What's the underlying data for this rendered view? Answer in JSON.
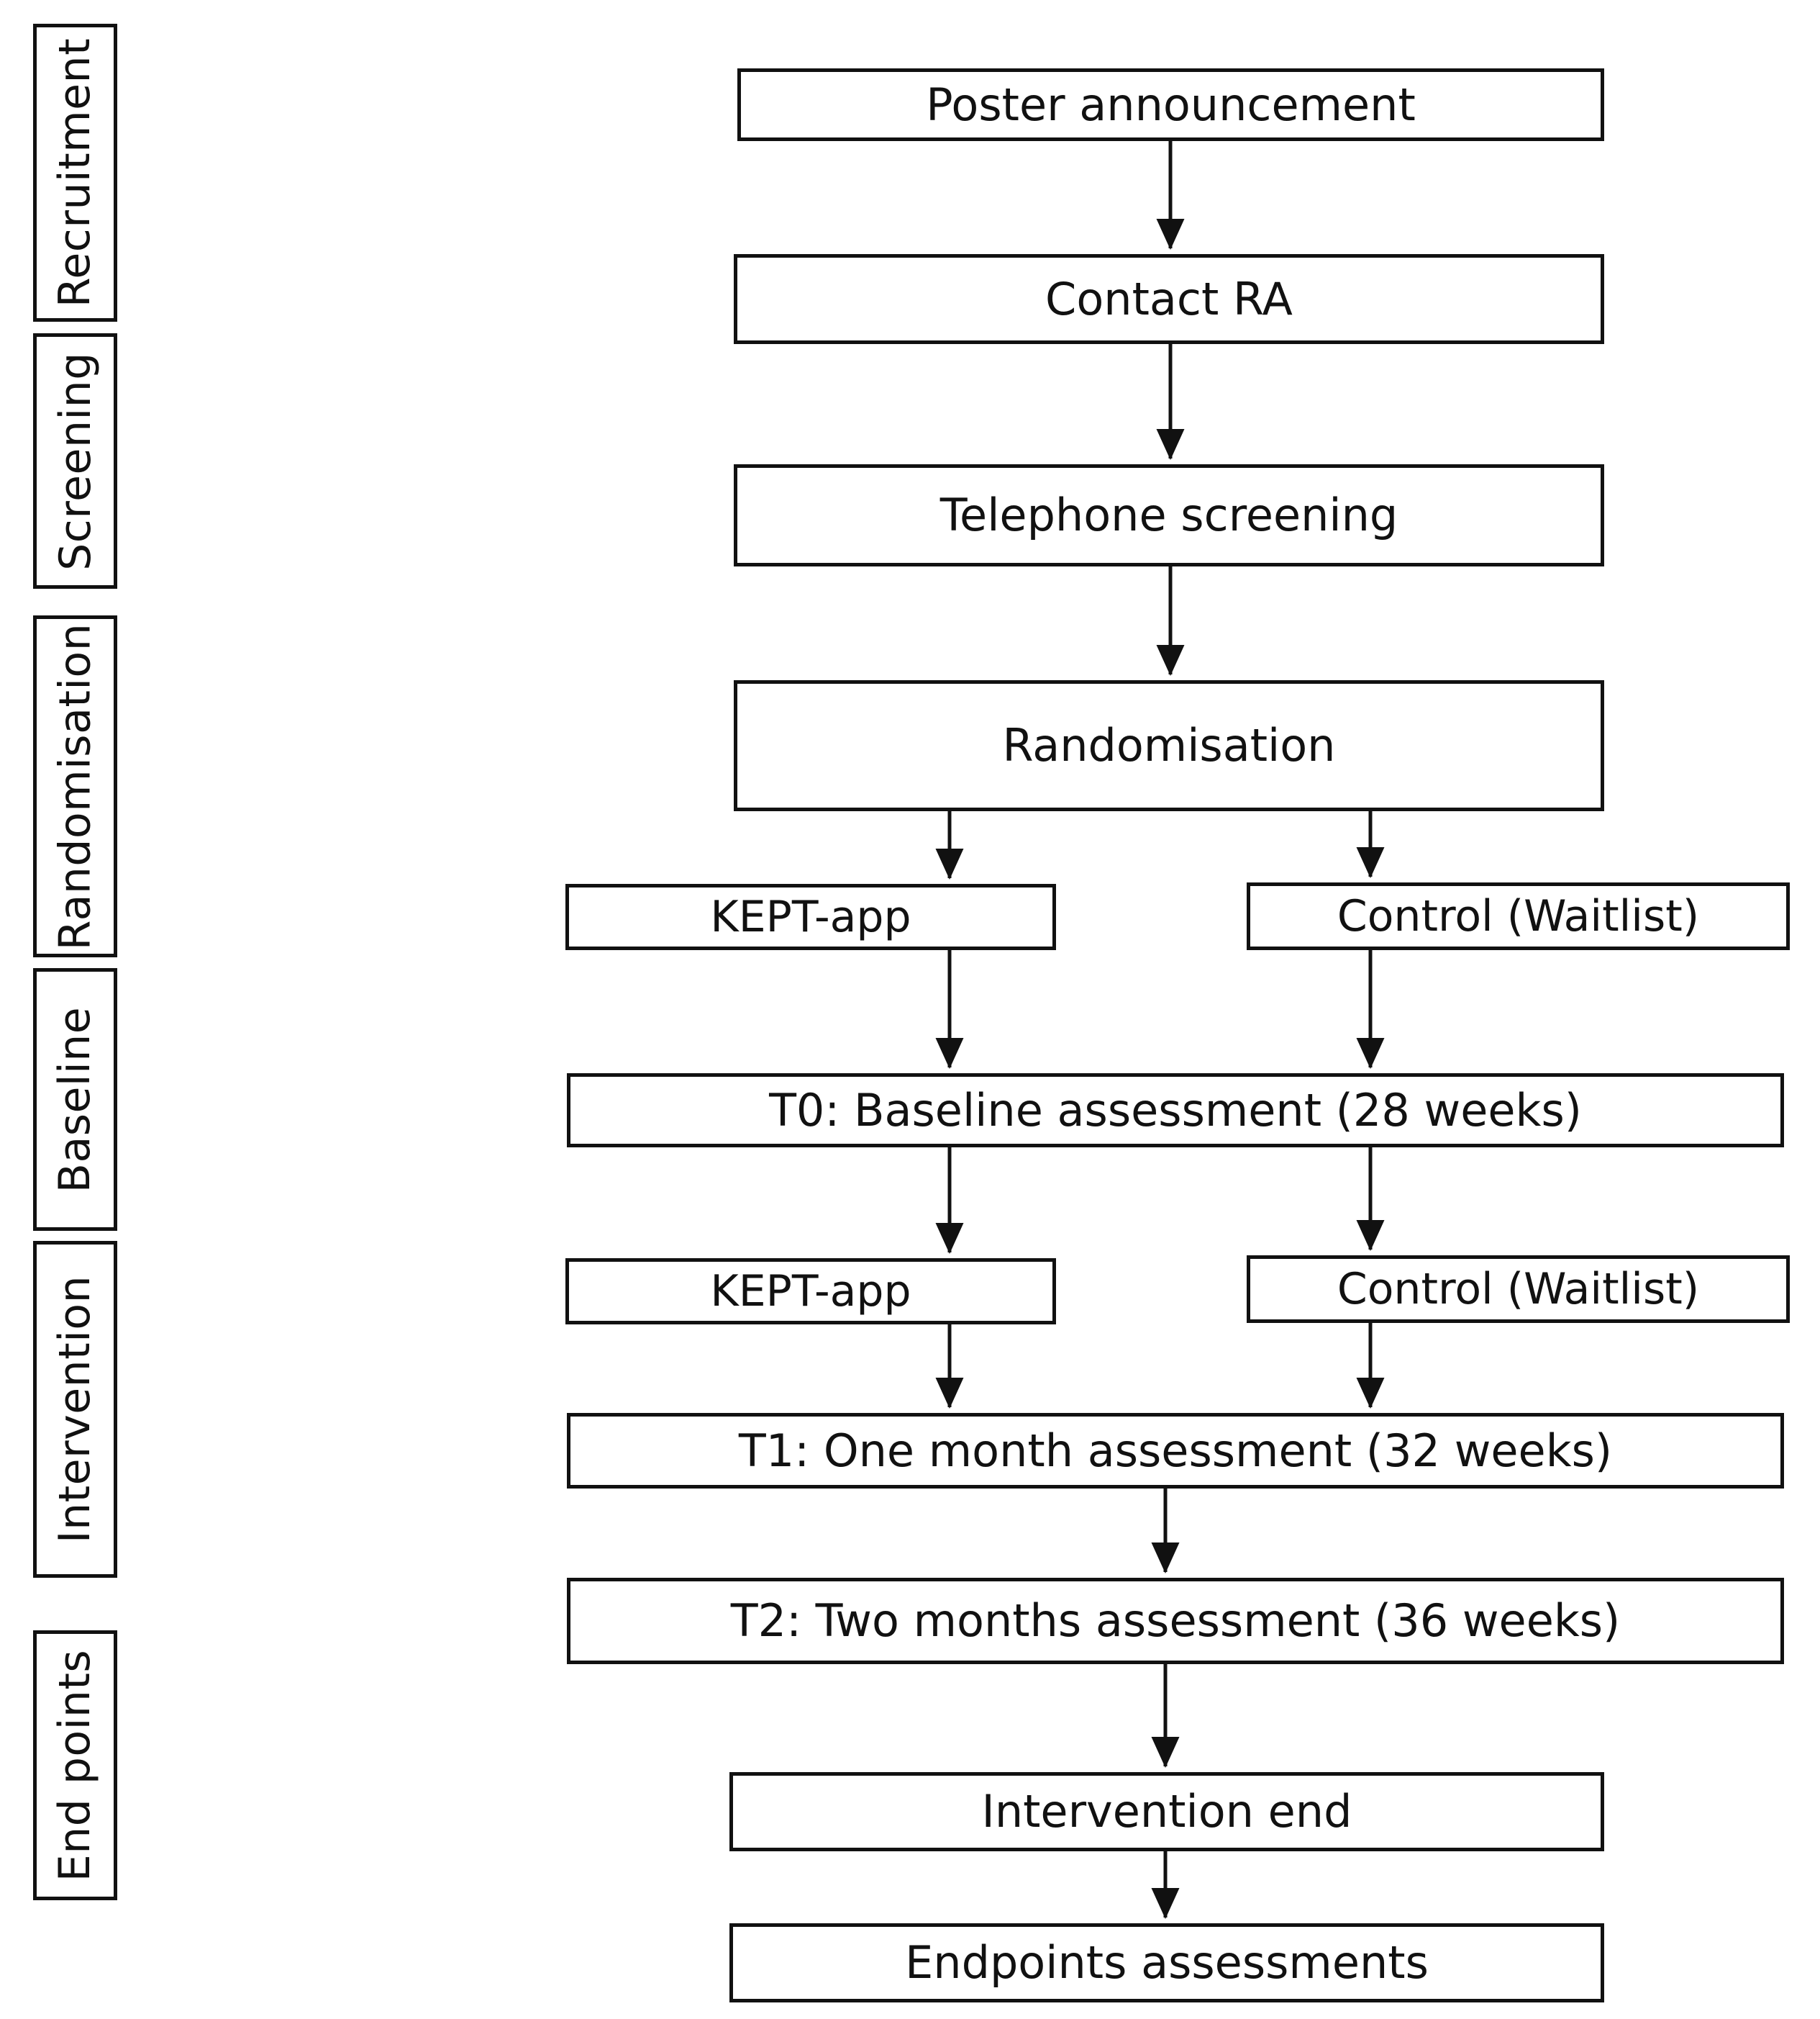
{
  "figure": {
    "type": "flowchart",
    "orientation": "top-to-bottom",
    "background_color": "#ffffff",
    "line_color": "#111111"
  },
  "stages": [
    {
      "label": "Recruitment"
    },
    {
      "label": "Screening"
    },
    {
      "label": "Randomisation"
    },
    {
      "label": "Baseline"
    },
    {
      "label": "Intervention"
    },
    {
      "label": "End points"
    }
  ],
  "nodes": [
    {
      "id": "poster",
      "label": "Poster announcement"
    },
    {
      "id": "contact",
      "label": "Contact RA"
    },
    {
      "id": "telephone",
      "label": "Telephone screening"
    },
    {
      "id": "randomisation",
      "label": "Randomisation"
    },
    {
      "id": "kept1",
      "label": "KEPT-app"
    },
    {
      "id": "control1",
      "label": "Control (Waitlist)"
    },
    {
      "id": "t0",
      "label": "T0: Baseline assessment (28 weeks)"
    },
    {
      "id": "kept2",
      "label": "KEPT-app"
    },
    {
      "id": "control2",
      "label": "Control (Waitlist)"
    },
    {
      "id": "t1",
      "label": "T1: One month assessment (32 weeks)"
    },
    {
      "id": "t2",
      "label": "T2: Two months assessment (36 weeks)"
    },
    {
      "id": "intervention_end",
      "label": "Intervention end"
    },
    {
      "id": "endpoints",
      "label": "Endpoints assessments"
    }
  ],
  "edges": [
    {
      "from": "poster",
      "to": "contact"
    },
    {
      "from": "contact",
      "to": "telephone"
    },
    {
      "from": "telephone",
      "to": "randomisation"
    },
    {
      "from": "randomisation",
      "to": "kept1"
    },
    {
      "from": "randomisation",
      "to": "control1"
    },
    {
      "from": "kept1",
      "to": "t0"
    },
    {
      "from": "control1",
      "to": "t0"
    },
    {
      "from": "t0",
      "to": "kept2"
    },
    {
      "from": "t0",
      "to": "control2"
    },
    {
      "from": "kept2",
      "to": "t1"
    },
    {
      "from": "control2",
      "to": "t1"
    },
    {
      "from": "t1",
      "to": "t2"
    },
    {
      "from": "t2",
      "to": "intervention_end"
    },
    {
      "from": "intervention_end",
      "to": "endpoints"
    }
  ]
}
